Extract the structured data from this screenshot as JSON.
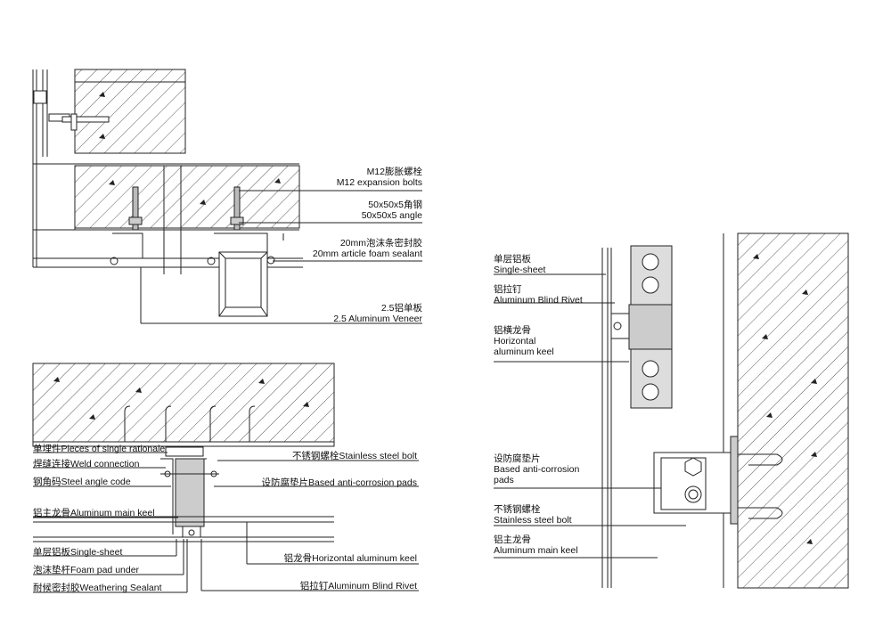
{
  "diagram_top": {
    "labels": [
      {
        "zh": "M12膨胀螺栓",
        "en": "M12 expansion bolts"
      },
      {
        "zh": "50x50x5角钢",
        "en": "50x50x5 angle"
      },
      {
        "zh": "20mm泡沫条密封胶",
        "en": "20mm article foam sealant"
      },
      {
        "zh": "2.5铝单板",
        "en": "2.5 Aluminum Veneer"
      }
    ]
  },
  "diagram_bottom_left": {
    "left_labels": [
      "单埋件Pieces of single rationale",
      "焊缝连接Weld connection",
      "钢角码Steel angle code",
      "铝主龙骨Aluminum main keel",
      "单层铝板Single-sheet",
      "泡沫垫杆Foam pad under",
      "耐候密封胶Weathering Sealant"
    ],
    "right_labels": [
      "不锈钢螺栓Stainless steel bolt",
      "设防腐垫片Based anti-corrosion pads",
      "铝龙骨Horizontal aluminum keel",
      "铝拉钉Aluminum Blind Rivet"
    ]
  },
  "diagram_right": {
    "labels": [
      {
        "lines": [
          "单层铝板",
          "Single-sheet"
        ]
      },
      {
        "lines": [
          "铝拉钉",
          "Aluminum Blind Rivet"
        ]
      },
      {
        "lines": [
          "铝横龙骨",
          "Horizontal",
          "aluminum keel"
        ]
      },
      {
        "lines": [
          "设防腐垫片",
          "Based anti-corrosion",
          "pads"
        ]
      },
      {
        "lines": [
          "不锈钢螺栓",
          "Stainless steel bolt"
        ]
      },
      {
        "lines": [
          "铝主龙骨",
          "Aluminum main keel"
        ]
      }
    ]
  }
}
